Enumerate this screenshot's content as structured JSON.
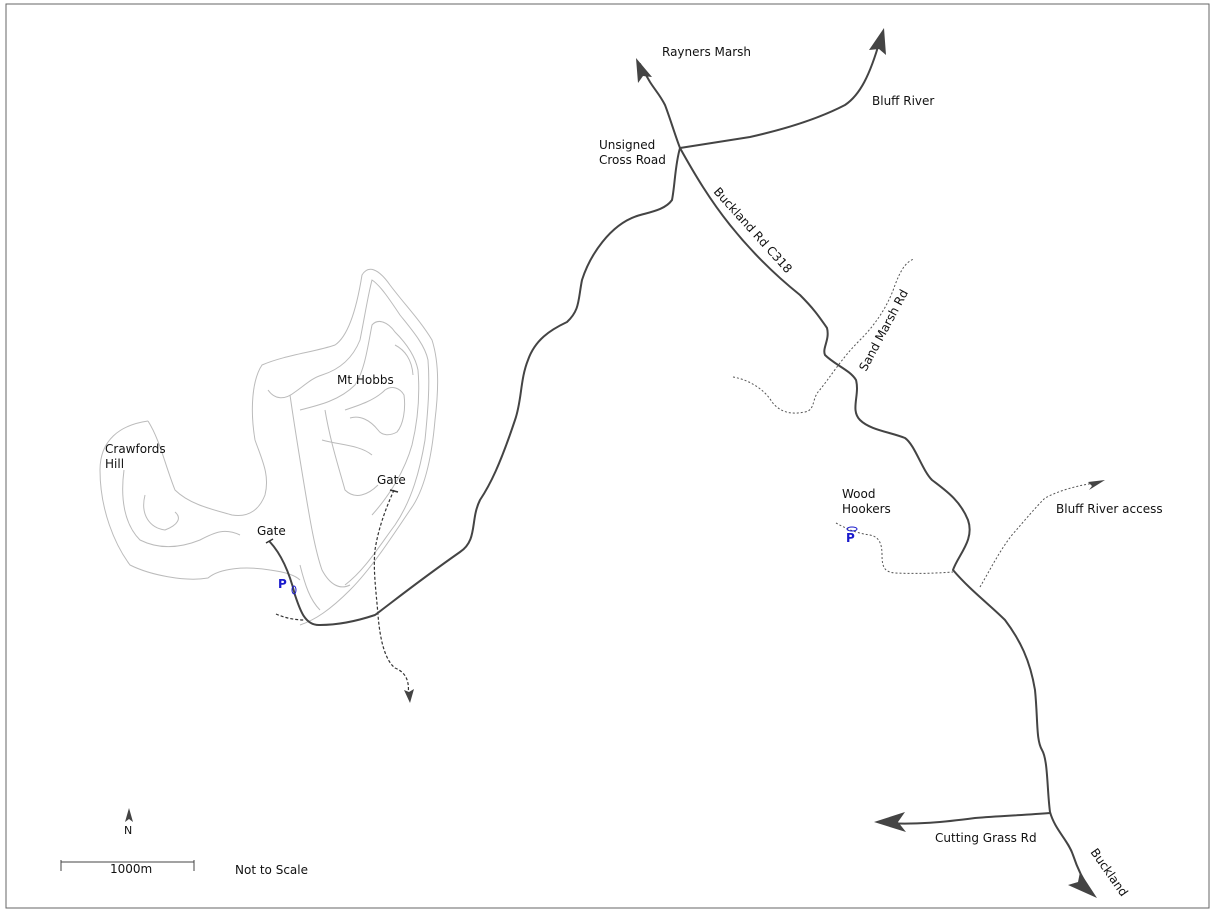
{
  "labels": {
    "rayners_marsh": "Rayners Marsh",
    "bluff_river": "Bluff River",
    "unsigned_cross_road_line1": "Unsigned",
    "unsigned_cross_road_line2": "Cross Road",
    "buckland_rd": "Buckland Rd C318",
    "sand_marsh_rd": "Sand Marsh Rd",
    "mt_hobbs": "Mt Hobbs",
    "crawfords_hill_line1": "Crawfords",
    "crawfords_hill_line2": "Hill",
    "gate_east": "Gate",
    "gate_west": "Gate",
    "wood_hookers_line1": "Wood",
    "wood_hookers_line2": "Hookers",
    "bluff_river_access": "Bluff River access",
    "cutting_grass_rd": "Cutting Grass Rd",
    "buckland": "Buckland",
    "north": "N",
    "scale": "1000m",
    "not_to_scale": "Not to Scale",
    "parking_west": "P",
    "parking_east": "P"
  },
  "colors": {
    "road": "#444444",
    "parking": "#1a1acc",
    "contour": "#bbbbbb",
    "frame": "#666666"
  }
}
